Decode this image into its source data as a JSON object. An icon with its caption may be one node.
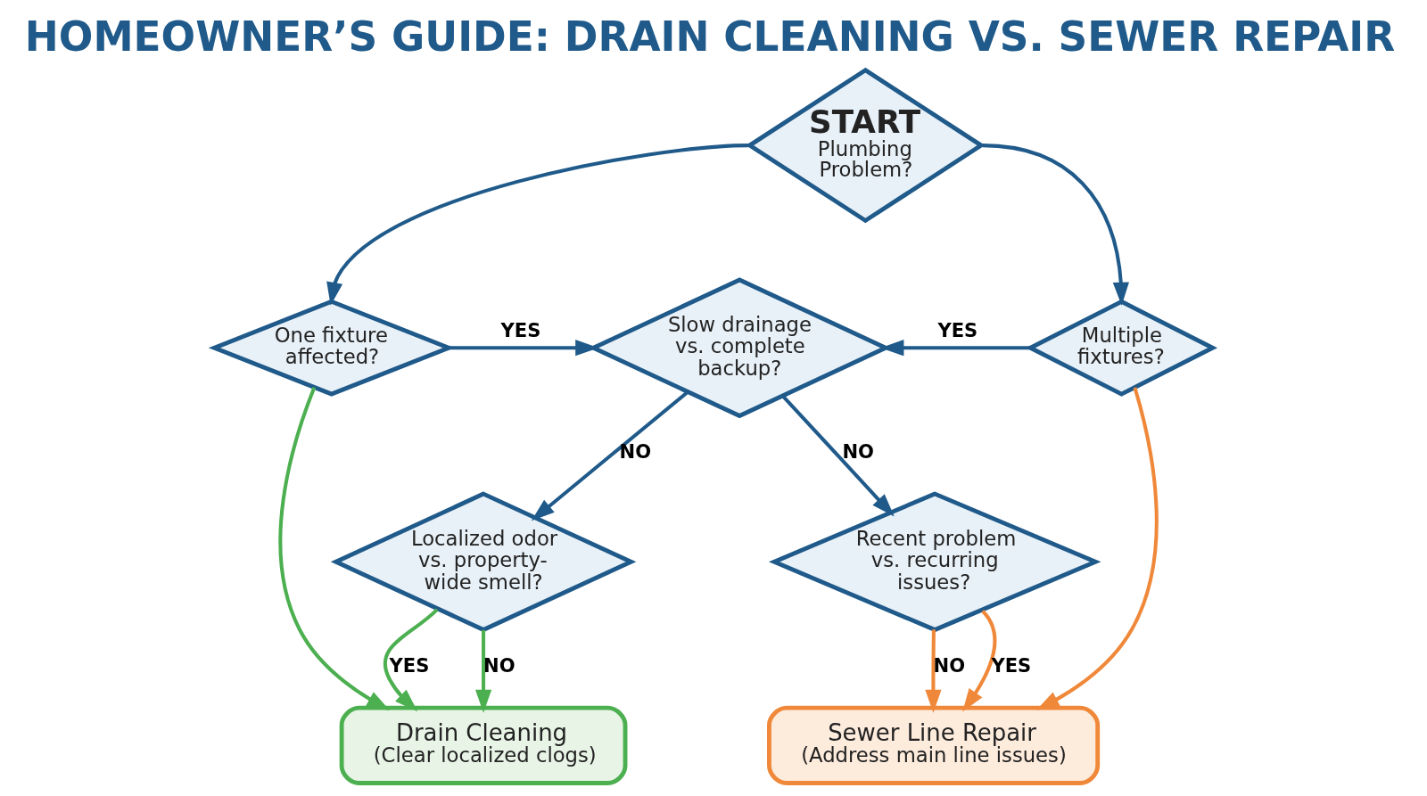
{
  "diagram": {
    "title": "HOMEOWNER’S GUIDE: DRAIN CLEANING VS. SEWER REPAIR",
    "nodes": [
      {
        "text": [
          "START",
          "Plumbing Problem?"
        ]
      },
      {
        "text": [
          "One fixture affected?"
        ]
      },
      {
        "text": [
          "Slow drainage vs. complete backup?"
        ]
      },
      {
        "text": [
          "Multiple fixtures?"
        ]
      },
      {
        "text": [
          "Localized odor vs. property-wide smell?"
        ]
      },
      {
        "text": [
          "Recent problem vs. recurring issues?"
        ]
      },
      {
        "text": [
          "Drain Cleaning",
          "(Clear localized clogs)"
        ]
      },
      {
        "text": [
          "Sewer Line Repair",
          "(Address main line issues)"
        ]
      }
    ],
    "edges": [
      {
        "from": 0,
        "to": 1,
        "arrow": "to"
      },
      {
        "from": 0,
        "to": 3,
        "arrow": "to"
      },
      {
        "from": 1,
        "to": 2,
        "arrow": "to",
        "label": "YES"
      },
      {
        "from": 3,
        "to": 2,
        "arrow": "to",
        "label": "YES"
      },
      {
        "from": 2,
        "to": 4,
        "arrow": "to",
        "label": "NO"
      },
      {
        "from": 2,
        "to": 5,
        "arrow": "to",
        "label": "NO"
      },
      {
        "from": 1,
        "to": 6,
        "arrow": "to",
        "color": "#4caf50"
      },
      {
        "from": 4,
        "to": 6,
        "arrow": "to",
        "label": "YES",
        "color": "#4caf50"
      },
      {
        "from": 4,
        "to": 6,
        "arrow": "to",
        "label": "NO",
        "color": "#4caf50"
      },
      {
        "from": 3,
        "to": 7,
        "arrow": "to",
        "color": "#f0883a"
      },
      {
        "from": 5,
        "to": 7,
        "arrow": "to",
        "label": "YES",
        "color": "#f0883a"
      },
      {
        "from": 5,
        "to": 7,
        "arrow": "to",
        "label": "NO",
        "color": "#f0883a"
      }
    ]
  }
}
